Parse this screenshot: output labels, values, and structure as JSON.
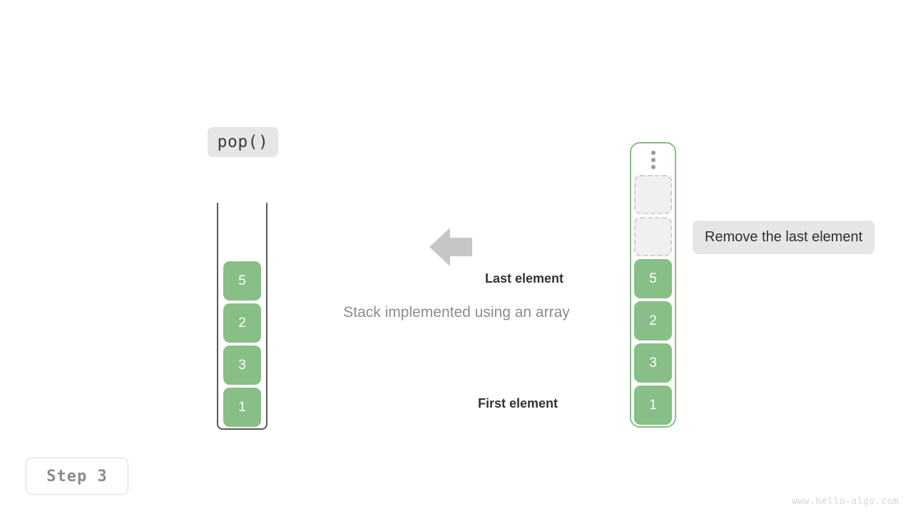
{
  "operation": {
    "label": "pop()"
  },
  "left_stack": {
    "name": "stack-container",
    "caption": "Stack implemented using an array",
    "elements": [
      {
        "value": "5"
      },
      {
        "value": "2"
      },
      {
        "value": "3"
      },
      {
        "value": "1"
      }
    ]
  },
  "arrow": {
    "icon": "arrow-left-icon",
    "color": "#c6c6c6",
    "direction": "left"
  },
  "right_array": {
    "name": "array-container",
    "overflow_icon": "vertical-ellipsis-icon",
    "slots": [
      {
        "type": "empty",
        "value": ""
      },
      {
        "type": "empty",
        "value": ""
      },
      {
        "type": "filled",
        "value": "5"
      },
      {
        "type": "filled",
        "value": "2"
      },
      {
        "type": "filled",
        "value": "3"
      },
      {
        "type": "filled",
        "value": "1"
      }
    ],
    "annotations": {
      "last": "Last element",
      "first": "First element"
    },
    "note": "Remove the last element"
  },
  "step": {
    "label": "Step 3"
  },
  "watermark": {
    "text": "www.hello-algo.com"
  },
  "colors": {
    "element_green": "#87bf87",
    "chip_gray": "#e6e6e6",
    "empty_slot": "#f0f0f0",
    "vessel_stroke": "#595959",
    "array_stroke": "#87bf87",
    "caption_gray": "#8c8c8c"
  }
}
